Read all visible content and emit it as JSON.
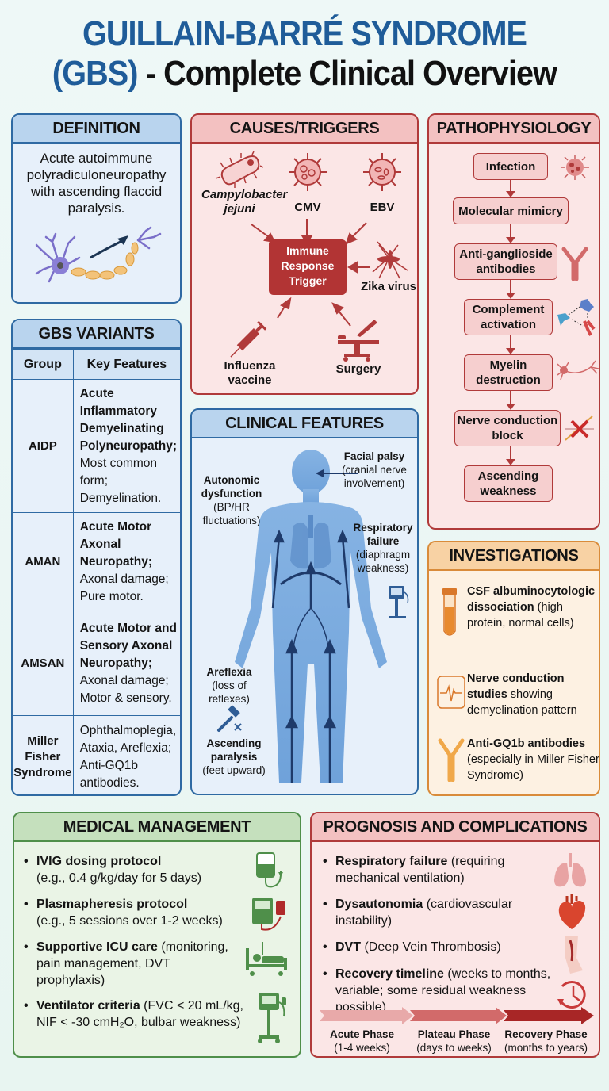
{
  "title": {
    "line1": "GUILLAIN-BARRÉ SYNDROME",
    "line2_abbr": "(GBS)",
    "line2_rest": " - Complete Clinical Overview"
  },
  "colors": {
    "title_blue": "#1f5c99",
    "blue_panel": "#2f6aa3",
    "red_panel": "#b03a3a",
    "orange_panel": "#d98b3a",
    "green_panel": "#4f8f4a"
  },
  "definition": {
    "heading": "DEFINITION",
    "text": "Acute autoimmune polyradiculoneuropathy with ascending flaccid paralysis.",
    "icon": "neuron-icon"
  },
  "causes": {
    "heading": "CAUSES/TRIGGERS",
    "center": "Immune Response Trigger",
    "items": [
      {
        "label": "Campylobacter jejuni",
        "icon": "bacterium-icon"
      },
      {
        "label": "CMV",
        "icon": "virus-icon"
      },
      {
        "label": "EBV",
        "icon": "virus-icon"
      },
      {
        "label": "Zika virus",
        "icon": "mosquito-icon"
      },
      {
        "label": "Influenza vaccine",
        "icon": "syringe-icon"
      },
      {
        "label": "Surgery",
        "icon": "scalpel-icon"
      }
    ]
  },
  "pathophysiology": {
    "heading": "PATHOPHYSIOLOGY",
    "steps": [
      "Infection",
      "Molecular mimicry",
      "Anti-ganglioside antibodies",
      "Complement activation",
      "Myelin destruction",
      "Nerve conduction block",
      "Ascending weakness"
    ]
  },
  "variants": {
    "heading": "GBS VARIANTS",
    "columns": [
      "Group",
      "Key Features"
    ],
    "rows": [
      {
        "group": "AIDP",
        "bold": "Acute Inflammatory Demyelinating Polyneuropathy;",
        "rest": " Most common form; Demyelination."
      },
      {
        "group": "AMAN",
        "bold": "Acute Motor Axonal Neuropathy;",
        "rest": " Axonal damage; Pure motor."
      },
      {
        "group": "AMSAN",
        "bold": "Acute Motor and Sensory Axonal Neuropathy;",
        "rest": " Axonal damage; Motor & sensory."
      },
      {
        "group": "Miller Fisher Syndrome",
        "bold": "",
        "rest": "Ophthalmoplegia, Ataxia, Areflexia; Anti-GQ1b antibodies."
      }
    ]
  },
  "clinical": {
    "heading": "CLINICAL FEATURES",
    "labels": [
      {
        "title": "Facial palsy",
        "detail": "(cranial nerve involvement)"
      },
      {
        "title": "Autonomic dysfunction",
        "detail": "(BP/HR fluctuations)"
      },
      {
        "title": "Respiratory failure",
        "detail": "(diaphragm weakness)"
      },
      {
        "title": "Areflexia",
        "detail": "(loss of reflexes)"
      },
      {
        "title": "Ascending paralysis",
        "detail": "(feet upward)"
      }
    ]
  },
  "investigations": {
    "heading": "INVESTIGATIONS",
    "items": [
      {
        "bold": "CSF albuminocytologic dissociation",
        "rest": " (high protein, normal cells)",
        "icon": "test-tube-icon"
      },
      {
        "bold": "Nerve conduction studies",
        "rest": " showing demyelination pattern",
        "icon": "waveform-icon"
      },
      {
        "bold": "Anti-GQ1b antibodies",
        "rest": " (especially in Miller Fisher Syndrome)",
        "icon": "antibody-icon"
      }
    ]
  },
  "management": {
    "heading": "MEDICAL MANAGEMENT",
    "items": [
      {
        "bold": "IVIG dosing protocol",
        "rest": "(e.g., 0.4 g/kg/day for 5 days)",
        "icon": "iv-bag-icon"
      },
      {
        "bold": "Plasmapheresis protocol",
        "rest": "(e.g., 5 sessions over 1-2 weeks)",
        "icon": "plasmapheresis-machine-icon"
      },
      {
        "bold": "Supportive ICU care",
        "rest": " (monitoring, pain management, DVT prophylaxis)",
        "icon": "hospital-bed-icon"
      },
      {
        "bold": "Ventilator criteria",
        "rest": " (FVC < 20 mL/kg, NIF < -30 cmH₂O, bulbar weakness)",
        "icon": "ventilator-icon"
      }
    ]
  },
  "prognosis": {
    "heading": "PROGNOSIS AND COMPLICATIONS",
    "items": [
      {
        "bold": "Respiratory failure",
        "rest": " (requiring mechanical ventilation)",
        "icon": "lungs-icon"
      },
      {
        "bold": "Dysautonomia",
        "rest": " (cardiovascular instability)",
        "icon": "heart-icon"
      },
      {
        "bold": "DVT",
        "rest": " (Deep Vein Thrombosis)",
        "icon": "leg-vein-icon"
      },
      {
        "bold": "Recovery timeline",
        "rest": " (weeks to months, variable; some residual weakness possible)",
        "icon": "clock-history-icon"
      }
    ],
    "phases": [
      {
        "name": "Acute Phase",
        "duration": "(1-4 weeks)"
      },
      {
        "name": "Plateau Phase",
        "duration": "(days to weeks)"
      },
      {
        "name": "Recovery Phase",
        "duration": "(months to years)"
      }
    ]
  }
}
